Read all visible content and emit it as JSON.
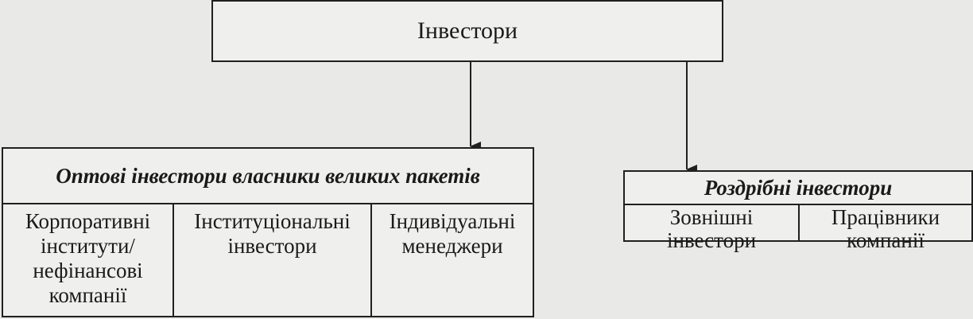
{
  "root": {
    "label": "Інвестори"
  },
  "wholesale": {
    "title": "Оптові інвестори власники великих пакетів",
    "children": [
      {
        "line1": "Корпоративні",
        "line2": "інститути/",
        "line3": "нефінансові",
        "line4": "компанії"
      },
      {
        "line1": "Інституціональні",
        "line2": "інвестори"
      },
      {
        "line1": "Індивідуальні",
        "line2": "менеджери"
      }
    ]
  },
  "retail": {
    "title": "Роздрібні інвестори",
    "children": [
      {
        "line1": "Зовнішні",
        "line2": "інвестори"
      },
      {
        "line1": "Працівники",
        "line2": "компанії"
      }
    ]
  }
}
